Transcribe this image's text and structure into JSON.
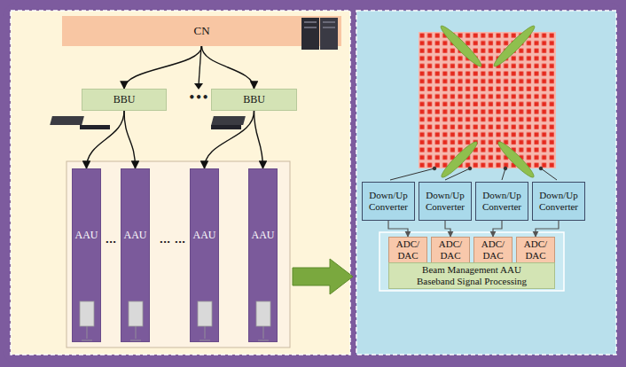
{
  "diagram": {
    "nodes": [
      {
        "text": [
          "CN"
        ]
      },
      {
        "text": [
          "BBU"
        ]
      },
      {
        "text": [
          "BBU"
        ]
      },
      {
        "text": [
          "AAU"
        ]
      },
      {
        "text": [
          "AAU"
        ]
      },
      {
        "text": [
          "AAU"
        ]
      },
      {
        "text": [
          "AAU"
        ]
      },
      {
        "text": [
          "Down/Up Converter"
        ]
      },
      {
        "text": [
          "Down/Up Converter"
        ]
      },
      {
        "text": [
          "Down/Up Converter"
        ]
      },
      {
        "text": [
          "Down/Up Converter"
        ]
      },
      {
        "text": [
          "ADC/DAC"
        ]
      },
      {
        "text": [
          "ADC/DAC"
        ]
      },
      {
        "text": [
          "ADC/DAC"
        ]
      },
      {
        "text": [
          "ADC/DAC"
        ]
      },
      {
        "text": [
          "Beam Management AAU Baseband Signal Processing"
        ]
      }
    ],
    "edges": [
      {
        "from": 0,
        "to": 1,
        "arrow": "to"
      },
      {
        "from": 0,
        "to": 2,
        "arrow": "to"
      },
      {
        "from": 1,
        "to": 3,
        "arrow": "to"
      },
      {
        "from": 1,
        "to": 4,
        "arrow": "to"
      },
      {
        "from": 2,
        "to": 5,
        "arrow": "to"
      },
      {
        "from": 2,
        "to": 6,
        "arrow": "to"
      },
      {
        "from": 7,
        "to": 11,
        "arrow": "to"
      },
      {
        "from": 8,
        "to": 12,
        "arrow": "to"
      },
      {
        "from": 9,
        "to": 13,
        "arrow": "to"
      },
      {
        "from": 10,
        "to": 14,
        "arrow": "to"
      }
    ],
    "labels": [
      "•••",
      "...",
      "...",
      "..."
    ]
  }
}
